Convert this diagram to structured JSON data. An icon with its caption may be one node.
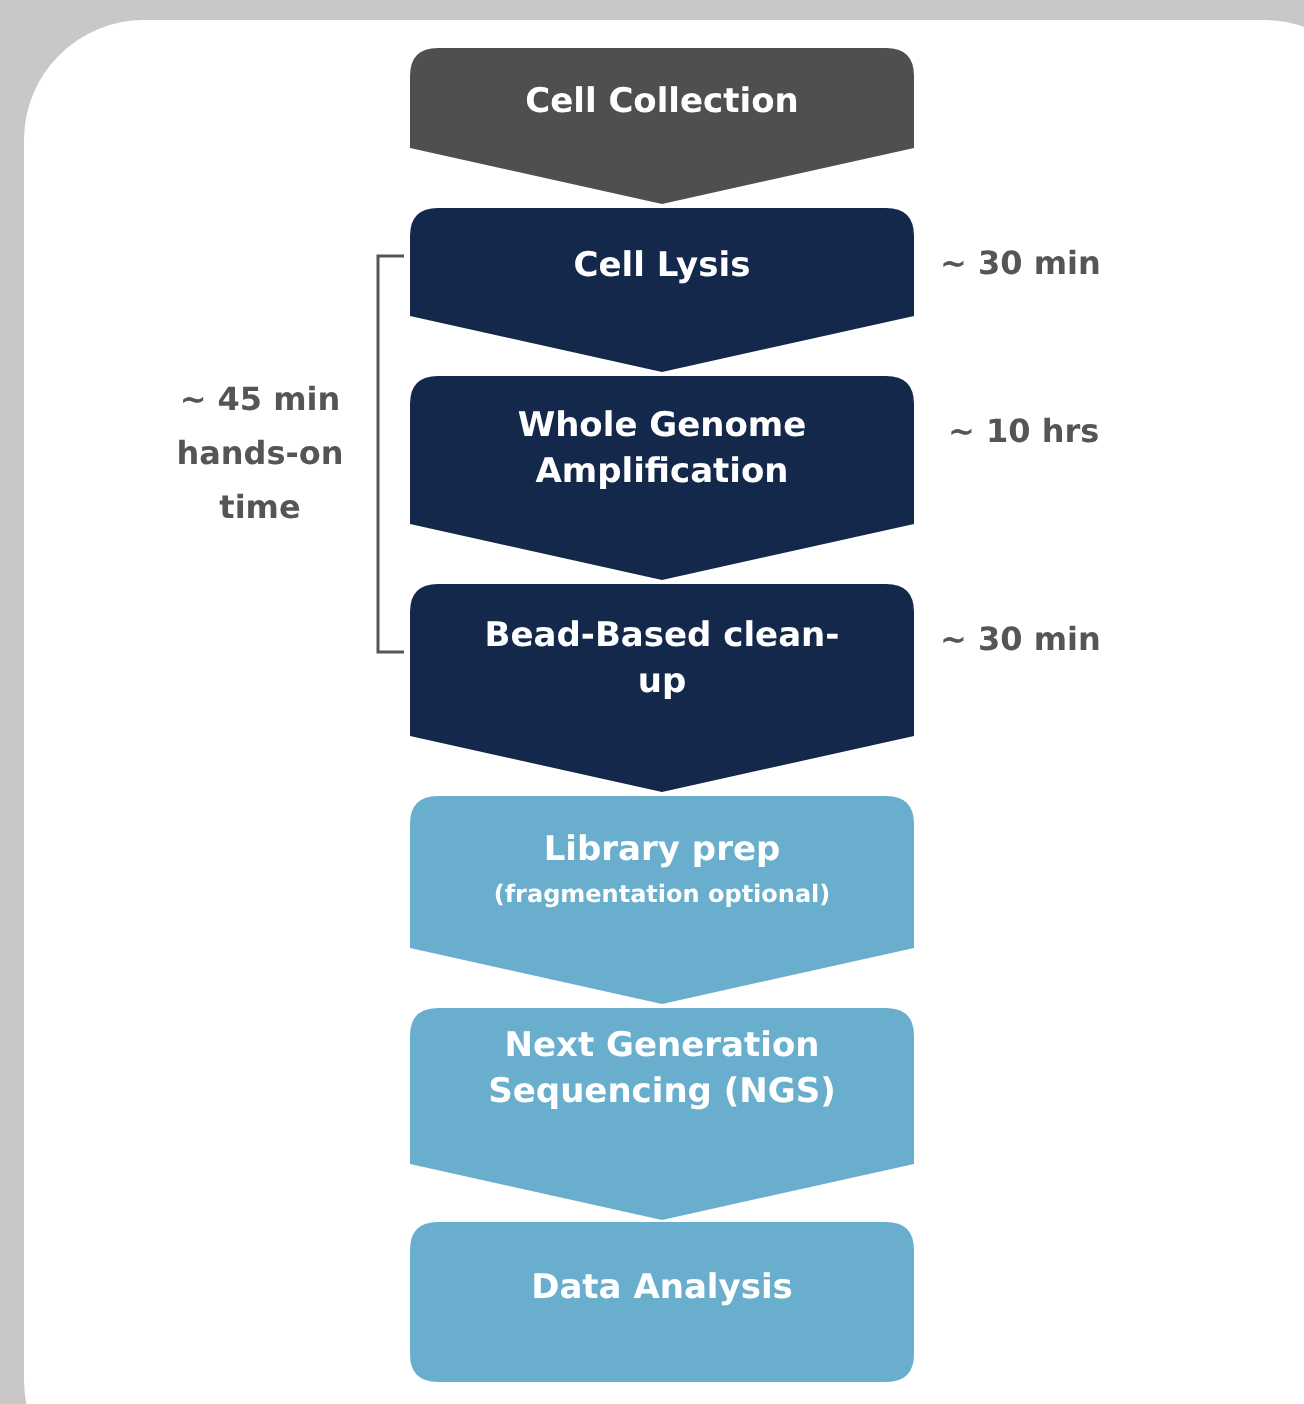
{
  "diagram": {
    "nodes": [
      {
        "text": [
          "Cell Collection"
        ]
      },
      {
        "text": [
          "Cell Lysis"
        ],
        "beside": [
          "~ 30 min"
        ]
      },
      {
        "text": [
          "Whole Genome Amplification"
        ],
        "beside": [
          "~ 10 hrs"
        ]
      },
      {
        "text": [
          "Bead-Based clean-up"
        ],
        "beside": [
          "~ 30 min"
        ]
      },
      {
        "text": [
          "Library prep",
          "(fragmentation optional)"
        ]
      },
      {
        "text": [
          "Next Generation Sequencing (NGS)"
        ]
      },
      {
        "text": [
          "Data Analysis"
        ]
      }
    ],
    "labels": [
      "~ 45 min hands-on time"
    ]
  }
}
